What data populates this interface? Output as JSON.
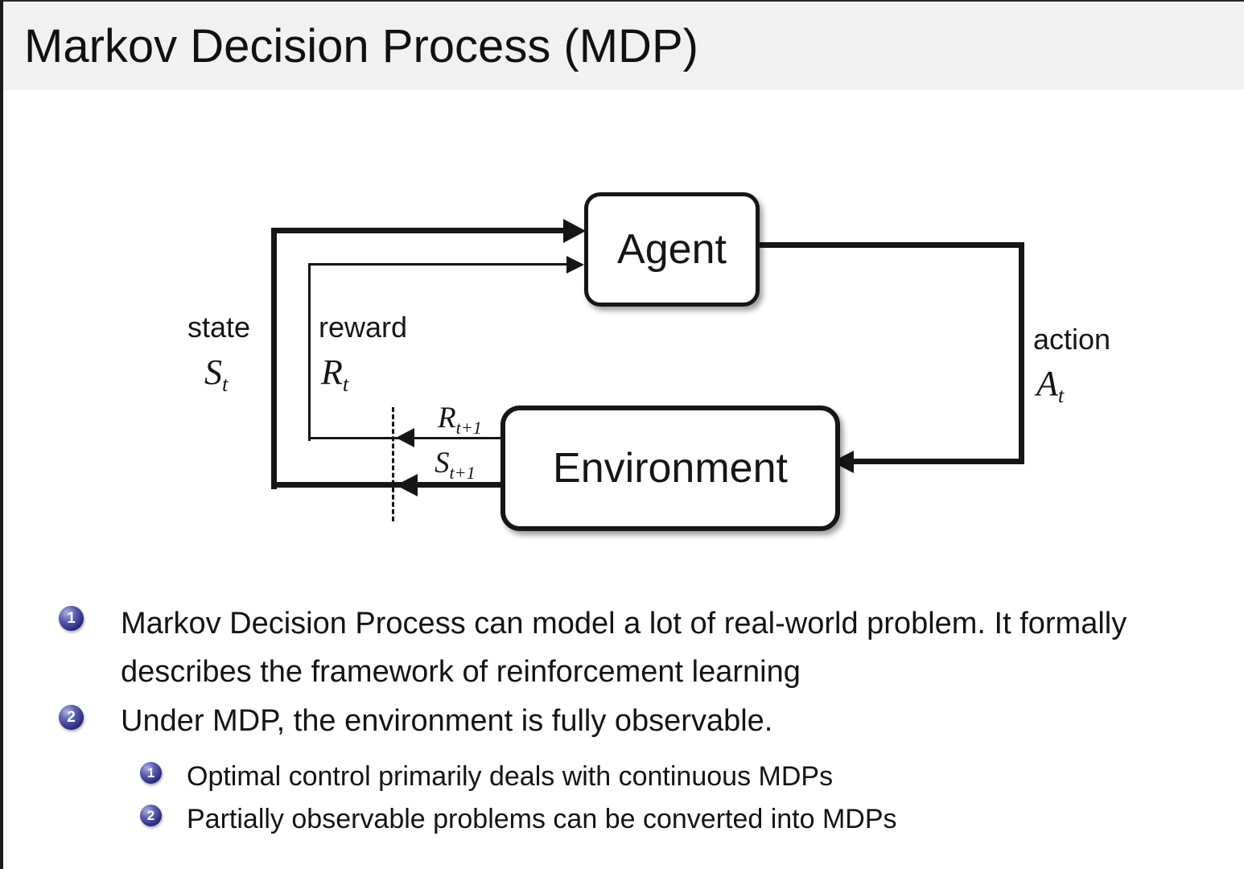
{
  "title": "Markov Decision Process (MDP)",
  "diagram": {
    "agent_label": "Agent",
    "environment_label": "Environment",
    "state_label": "state",
    "state_symbol": "S",
    "state_sub": "t",
    "reward_label": "reward",
    "reward_symbol": "R",
    "reward_sub": "t",
    "action_label": "action",
    "action_symbol": "A",
    "action_sub": "t",
    "next_reward_symbol": "R",
    "next_reward_sub": "t+1",
    "next_state_symbol": "S",
    "next_state_sub": "t+1"
  },
  "list": {
    "items": [
      {
        "number": "1",
        "text": "Markov Decision Process can model a lot of real-world problem. It formally describes the framework of reinforcement learning"
      },
      {
        "number": "2",
        "text": "Under MDP, the environment is fully observable."
      }
    ],
    "subitems": [
      {
        "number": "1",
        "text": "Optimal control primarily deals with continuous MDPs"
      },
      {
        "number": "2",
        "text": "Partially observable problems can be converted into MDPs"
      }
    ]
  },
  "colors": {
    "title_bar_bg": "#f1f1f2",
    "line_color": "#161616",
    "bullet_ball": "#26267a"
  }
}
